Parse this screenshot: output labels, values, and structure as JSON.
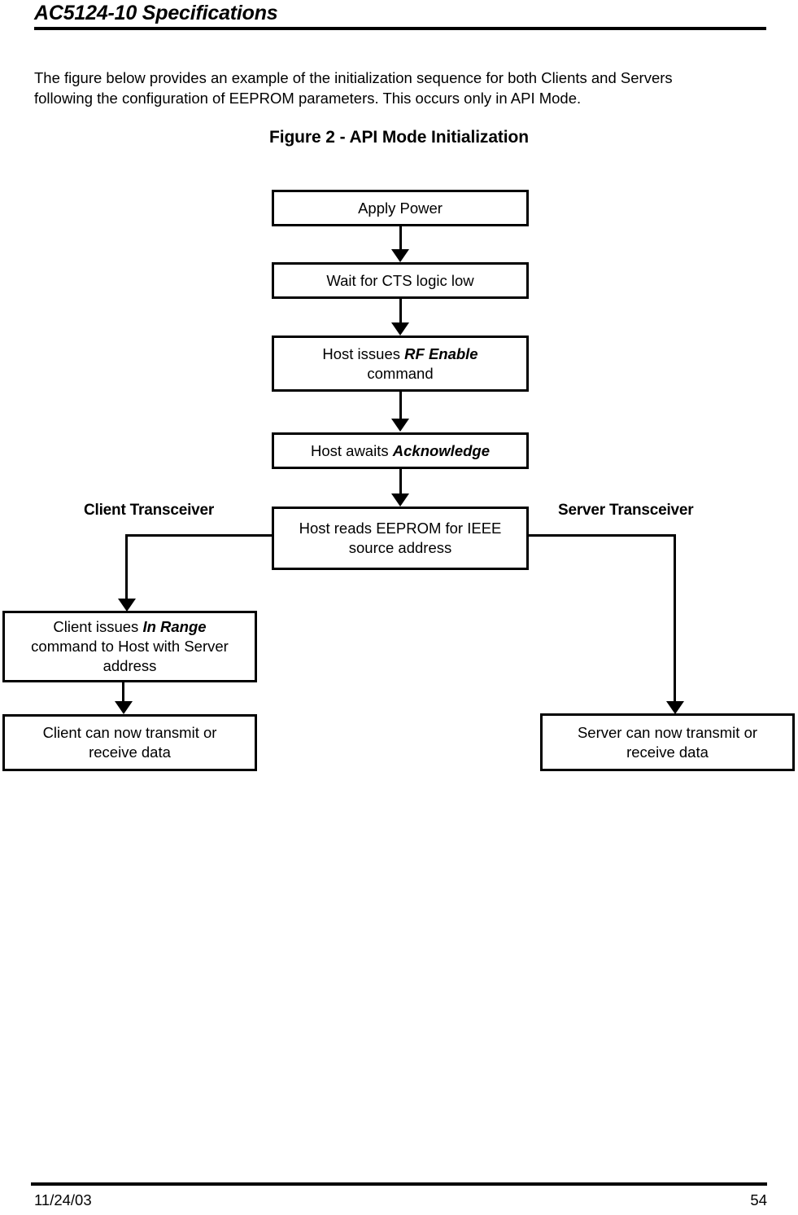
{
  "document": {
    "header_title": "AC5124-10 Specifications",
    "intro_paragraph": "The figure below provides an example of the initialization sequence for both Clients and Servers following the configuration of EEPROM parameters.  This occurs only in API Mode.",
    "figure_caption": "Figure 2 - API Mode Initialization"
  },
  "figure": {
    "labels": {
      "client_transceiver": "Client Transceiver",
      "server_transceiver": "Server Transceiver"
    },
    "nodes": {
      "apply_power": {
        "text": "Apply Power"
      },
      "wait_cts": {
        "text": "Wait for CTS logic low"
      },
      "rf_enable": {
        "line1_prefix": "Host issues ",
        "line1_emphasis": "RF Enable",
        "line2": "command"
      },
      "acknowledge": {
        "prefix": "Host awaits ",
        "emphasis": "Acknowledge"
      },
      "read_eeprom": {
        "line1": "Host reads EEPROM for IEEE",
        "line2": "source address"
      },
      "client_in_range": {
        "line1_prefix": "Client issues ",
        "line1_emphasis": "In Range",
        "line2": "command to Host with Server",
        "line3": "address"
      },
      "client_ready": {
        "line1": "Client can now transmit or",
        "line2": "receive data"
      },
      "server_ready": {
        "line1": "Server can now transmit or",
        "line2": "receive data"
      }
    }
  },
  "footer": {
    "date": "11/24/03",
    "page_number": "54"
  },
  "colors": {
    "ink": "#000000",
    "paper": "#ffffff"
  }
}
